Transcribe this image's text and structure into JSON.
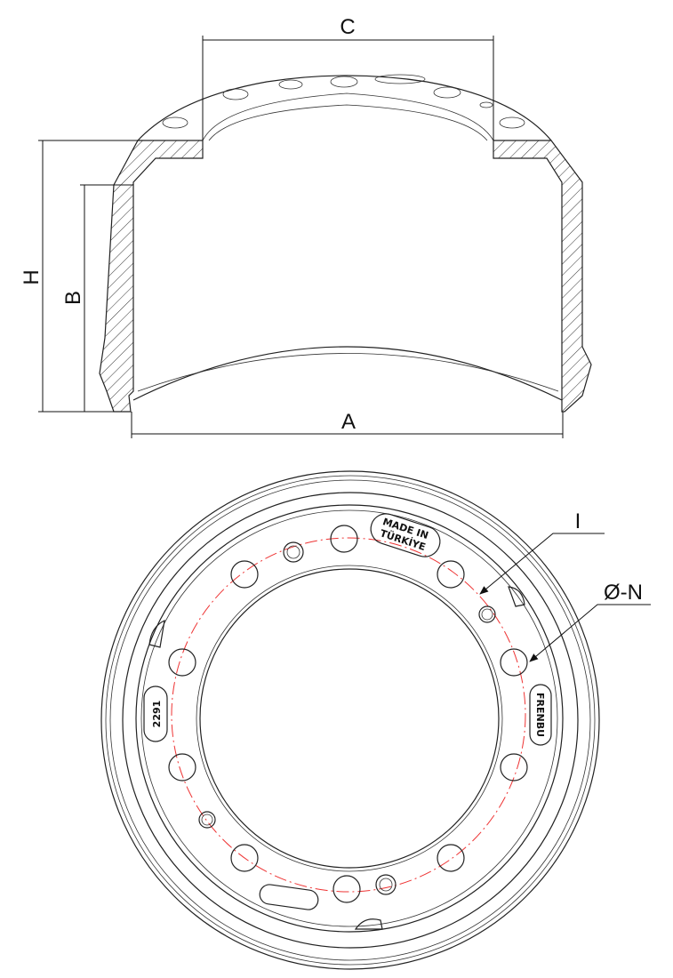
{
  "title": "Brake drum technical drawing",
  "dimensions": {
    "a": "A",
    "b": "B",
    "c": "C",
    "h": "H",
    "i": "I",
    "n": "Ø-N"
  },
  "markings": {
    "made_in_line1": "MADE IN",
    "made_in_line2": "TÜRKİYE",
    "part_number": "2291",
    "brand": "FRENBU"
  },
  "colors": {
    "line": "#222222",
    "bolt_circle": "#ee3333"
  }
}
